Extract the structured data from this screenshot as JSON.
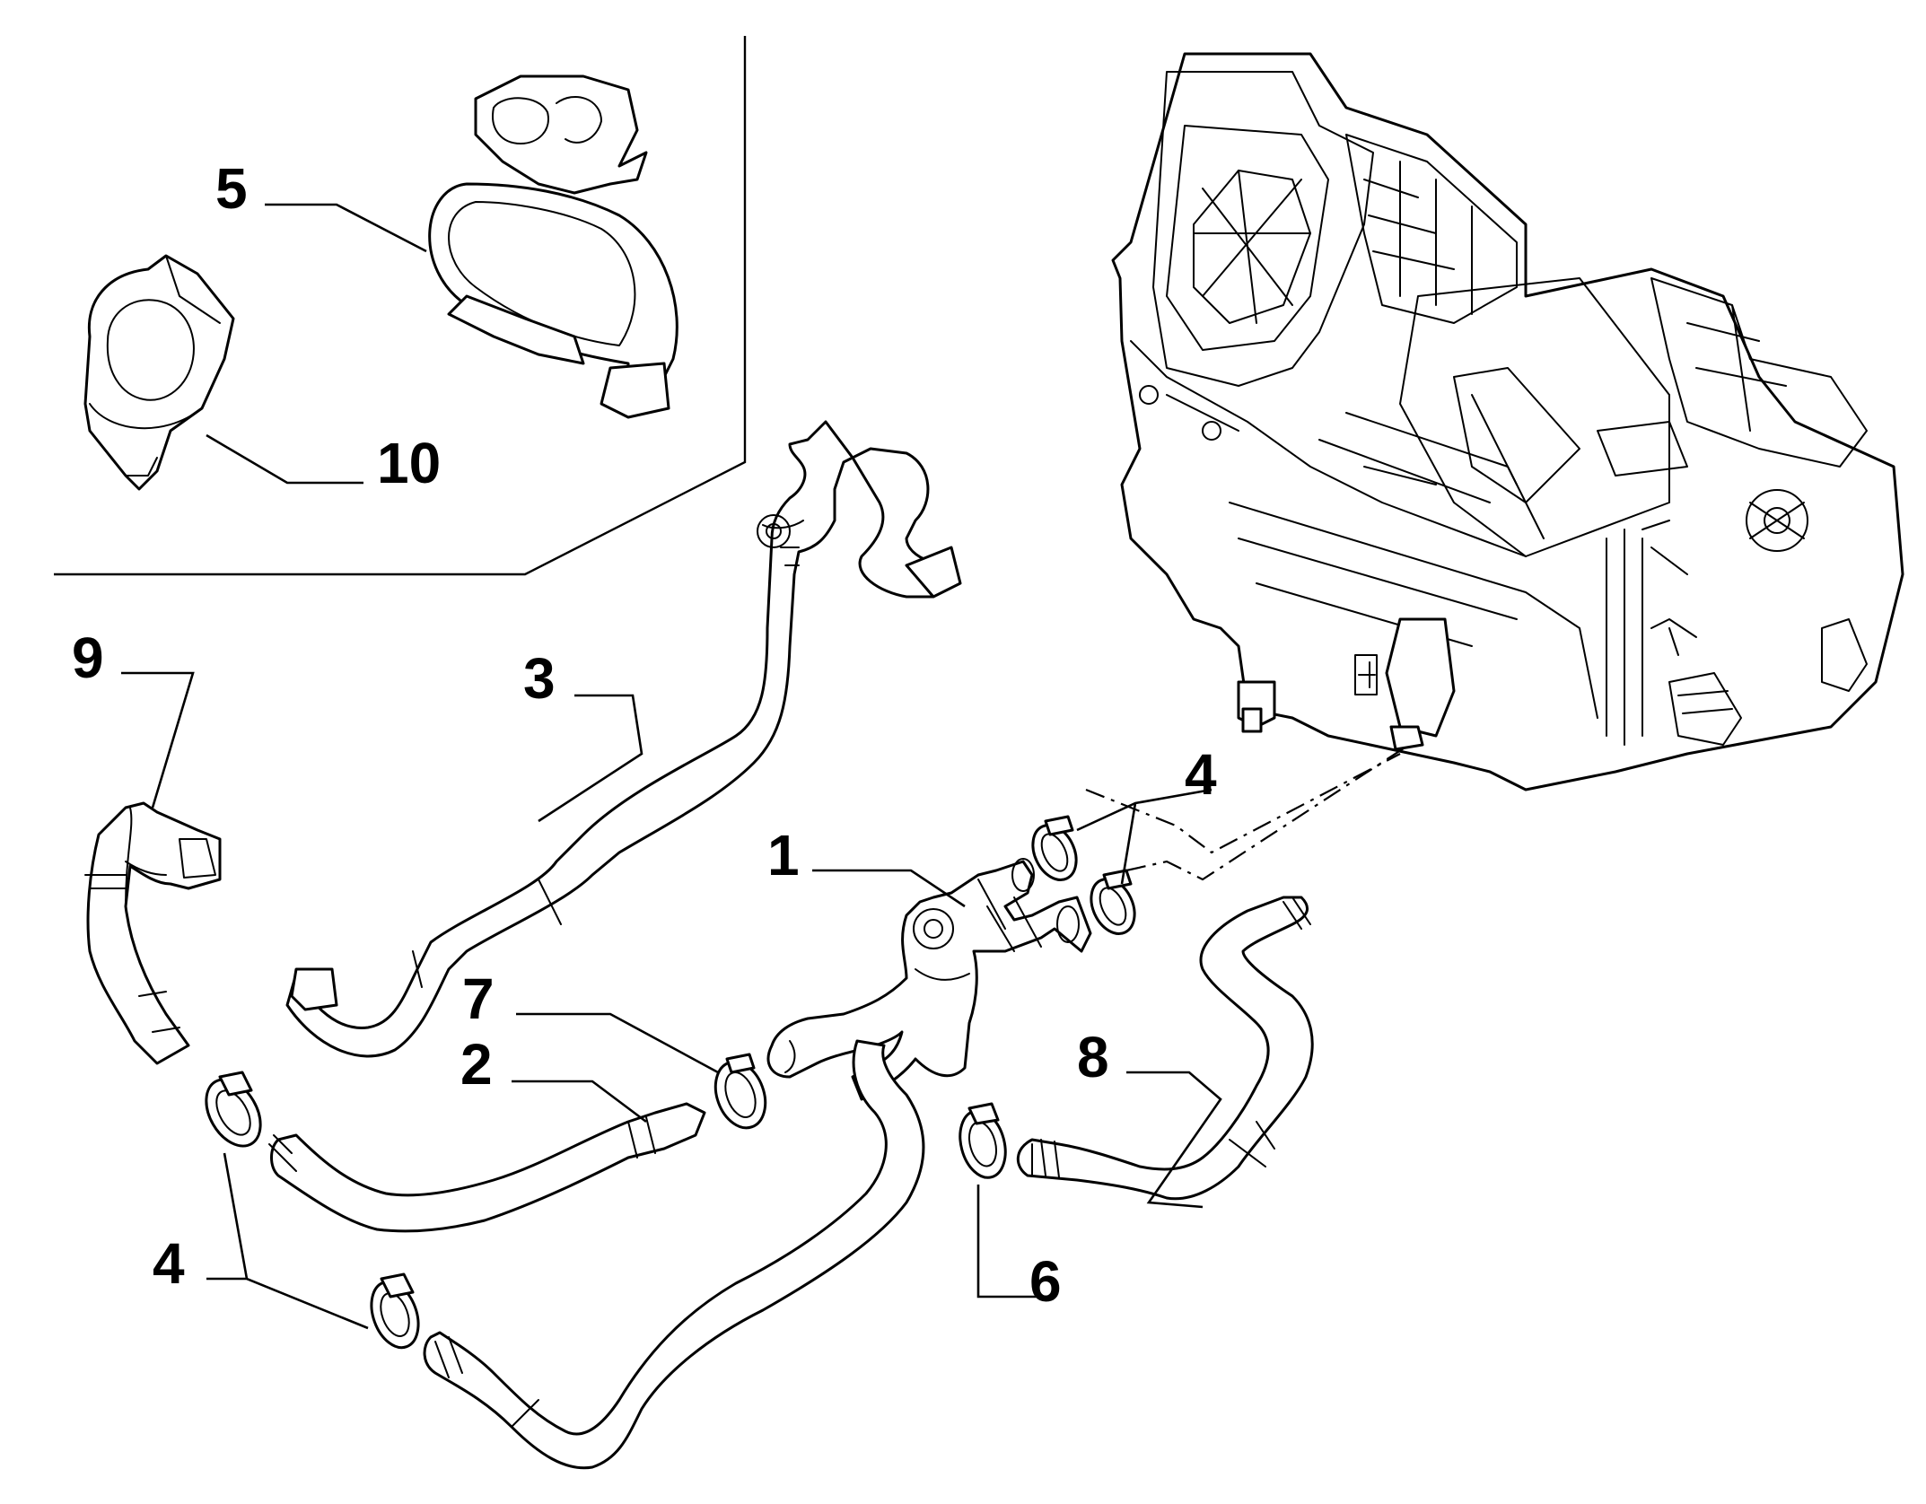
{
  "callouts": {
    "c1": "1",
    "c2": "2",
    "c3": "3",
    "c4_top": "4",
    "c4_bottom": "4",
    "c5": "5",
    "c6": "6",
    "c7": "7",
    "c8": "8",
    "c9": "9",
    "c10": "10"
  }
}
